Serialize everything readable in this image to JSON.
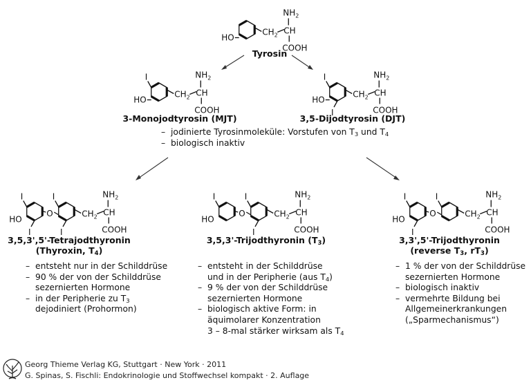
{
  "compounds": {
    "tyrosin": {
      "name": "Tyrosin"
    },
    "mjt": {
      "name": "3-Monojodtyrosin (MJT)"
    },
    "djt": {
      "name": "3,5-Dijodtyrosin (DJT)"
    },
    "t4": {
      "name_line1": "3,5,3',5'-Tetrajodthyronin",
      "name_line2_pre": "(Thyroxin, T",
      "name_line2_sub": "4",
      "name_line2_post": ")"
    },
    "t3": {
      "name_pre": "3,5,3'-Trijodthyronin (T",
      "name_sub": "3",
      "name_post": ")"
    },
    "rt3": {
      "name_line1": "3,3',5'-Trijodthyronin",
      "name_line2_pre": "(reverse T",
      "name_line2_sub1": "3",
      "name_line2_mid": ", rT",
      "name_line2_sub2": "3",
      "name_line2_post": ")"
    }
  },
  "atom_labels": {
    "ho": "HO",
    "nh": "NH",
    "nh_sub": "2",
    "ch2": "CH",
    "ch2_sub": "2",
    "ch": "CH",
    "cooh": "COOH",
    "iodine": "I",
    "oxygen": "O"
  },
  "mid_notes": {
    "n1_pre": "jodinierte Tyrosinmoleküle: Vorstufen von T",
    "n1_sub1": "3",
    "n1_mid": " und T",
    "n1_sub2": "4",
    "n2": "biologisch inaktiv"
  },
  "t4_notes": {
    "a": "entsteht nur in der Schilddrüse",
    "b1": "90 % der von der Schilddrüse",
    "b2": "sezernierten Hormone",
    "c1_pre": "in der Peripherie zu T",
    "c1_sub": "3",
    "c2": "dejodiniert (Prohormon)"
  },
  "t3_notes": {
    "a1": "entsteht in der Schilddrüse",
    "a2_pre": "und in der Peripherie (aus T",
    "a2_sub": "4",
    "a2_post": ")",
    "b1": "9 % der von der Schilddrüse",
    "b2": "sezernierten Hormone",
    "c1": "biologisch aktive Form: in",
    "c2": "äquimolarer Konzentration",
    "c3_pre": "3 – 8-mal stärker wirksam als T",
    "c3_sub": "4"
  },
  "rt3_notes": {
    "a1": "1 % der von der Schilddrüse",
    "a2": "sezernierten Hormone",
    "b": "biologisch inaktiv",
    "c1": "vermehrte Bildung bei",
    "c2": "Allgemeinerkrankungen",
    "c3": "(„Sparmechanismus“)"
  },
  "footer": {
    "line1": "Georg Thieme Verlag KG, Stuttgart · New York · 2011",
    "line2": "G. Spinas, S. Fischli: Endokrinologie und Stoffwechsel kompakt · 2. Auflage"
  },
  "logo_icon": "tree-icon"
}
